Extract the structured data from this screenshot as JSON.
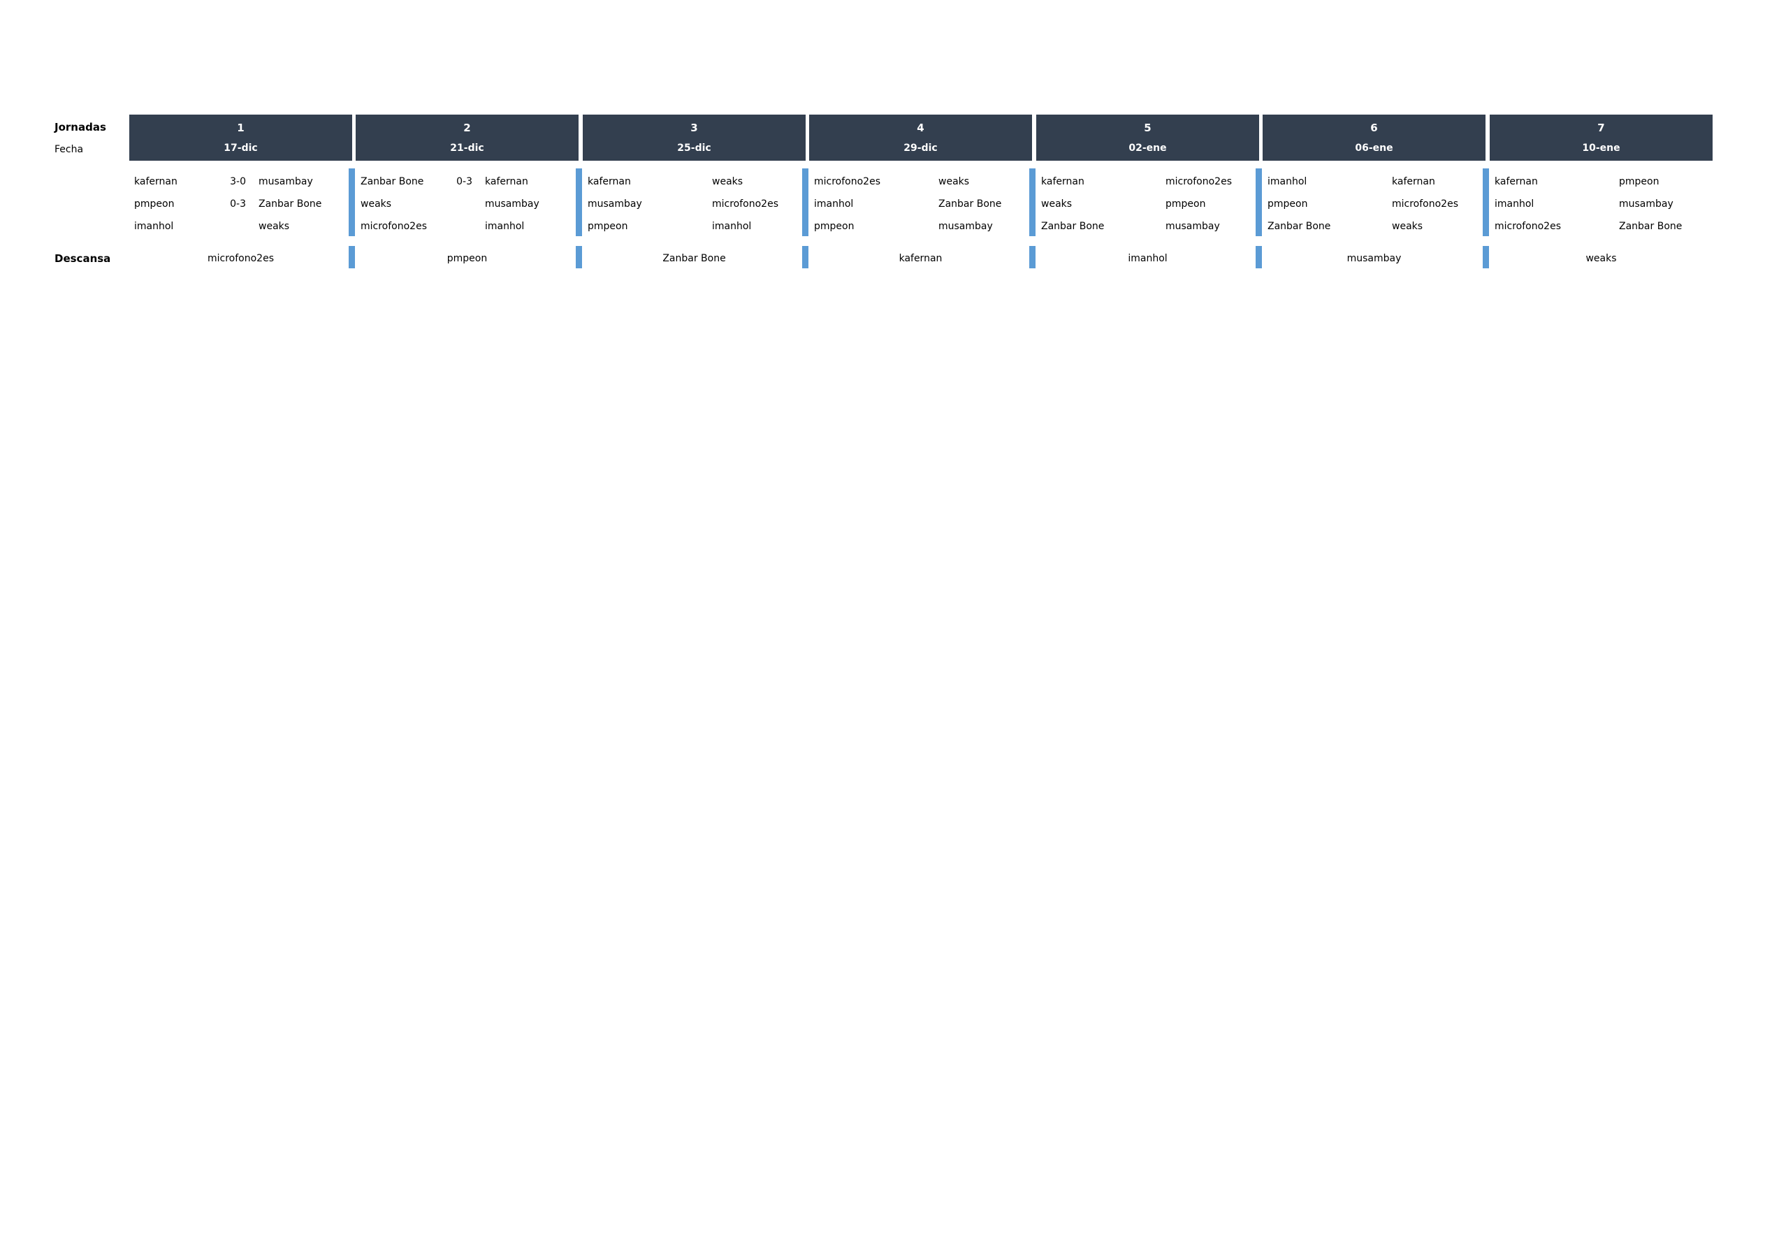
{
  "labels": {
    "jornadas": "Jornadas",
    "fecha": "Fecha",
    "descansa": "Descansa"
  },
  "colors": {
    "header_bg": "#333F4F",
    "header_text": "#FFFFFF",
    "bar_blue": "#5B9BD5",
    "body_text": "#000000"
  },
  "jornadas": [
    {
      "number": "1",
      "date": "17-dic",
      "matches": [
        {
          "home": "kafernan",
          "score": "3-0",
          "away": "musambay"
        },
        {
          "home": "pmpeon",
          "score": "0-3",
          "away": "Zanbar Bone"
        },
        {
          "home": "imanhol",
          "score": "",
          "away": "weaks"
        }
      ],
      "rest": "microfono2es"
    },
    {
      "number": "2",
      "date": "21-dic",
      "matches": [
        {
          "home": "Zanbar Bone",
          "score": "0-3",
          "away": "kafernan"
        },
        {
          "home": "weaks",
          "score": "",
          "away": "musambay"
        },
        {
          "home": "microfono2es",
          "score": "",
          "away": "imanhol"
        }
      ],
      "rest": "pmpeon"
    },
    {
      "number": "3",
      "date": "25-dic",
      "matches": [
        {
          "home": "kafernan",
          "score": "",
          "away": "weaks"
        },
        {
          "home": "musambay",
          "score": "",
          "away": "microfono2es"
        },
        {
          "home": "pmpeon",
          "score": "",
          "away": "imanhol"
        }
      ],
      "rest": "Zanbar Bone"
    },
    {
      "number": "4",
      "date": "29-dic",
      "matches": [
        {
          "home": "microfono2es",
          "score": "",
          "away": "weaks"
        },
        {
          "home": "imanhol",
          "score": "",
          "away": "Zanbar Bone"
        },
        {
          "home": "pmpeon",
          "score": "",
          "away": "musambay"
        }
      ],
      "rest": "kafernan"
    },
    {
      "number": "5",
      "date": "02-ene",
      "matches": [
        {
          "home": "kafernan",
          "score": "",
          "away": "microfono2es"
        },
        {
          "home": "weaks",
          "score": "",
          "away": "pmpeon"
        },
        {
          "home": "Zanbar Bone",
          "score": "",
          "away": "musambay"
        }
      ],
      "rest": "imanhol"
    },
    {
      "number": "6",
      "date": "06-ene",
      "matches": [
        {
          "home": "imanhol",
          "score": "",
          "away": "kafernan"
        },
        {
          "home": "pmpeon",
          "score": "",
          "away": "microfono2es"
        },
        {
          "home": "Zanbar Bone",
          "score": "",
          "away": "weaks"
        }
      ],
      "rest": "musambay"
    },
    {
      "number": "7",
      "date": "10-ene",
      "matches": [
        {
          "home": "kafernan",
          "score": "",
          "away": "pmpeon"
        },
        {
          "home": "imanhol",
          "score": "",
          "away": "musambay"
        },
        {
          "home": "microfono2es",
          "score": "",
          "away": "Zanbar Bone"
        }
      ],
      "rest": "weaks"
    }
  ]
}
